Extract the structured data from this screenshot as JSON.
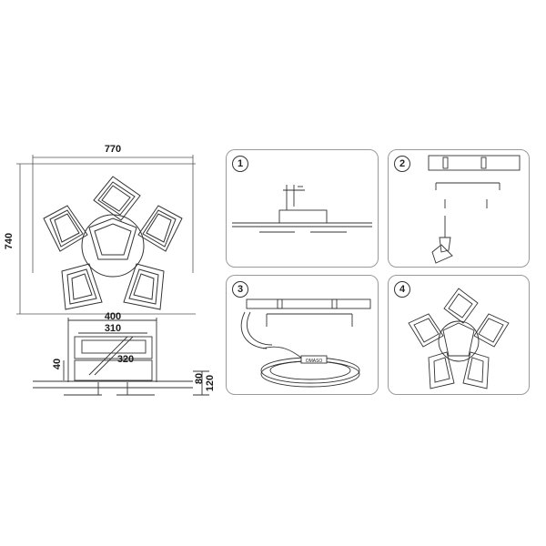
{
  "dimensions": {
    "width_top": "770",
    "height_left": "740",
    "plate_width": "400",
    "bracket_width": "310",
    "mount_diag": "320",
    "depth_40": "40",
    "height_80": "80",
    "height_120": "120"
  },
  "steps": [
    {
      "number": "1"
    },
    {
      "number": "2"
    },
    {
      "number": "3"
    },
    {
      "number": "4"
    }
  ],
  "labels": {
    "driver_box": "OMASO"
  },
  "colors": {
    "line": "#333333",
    "light_line": "#888888",
    "panel_border": "#9a9a9a"
  }
}
